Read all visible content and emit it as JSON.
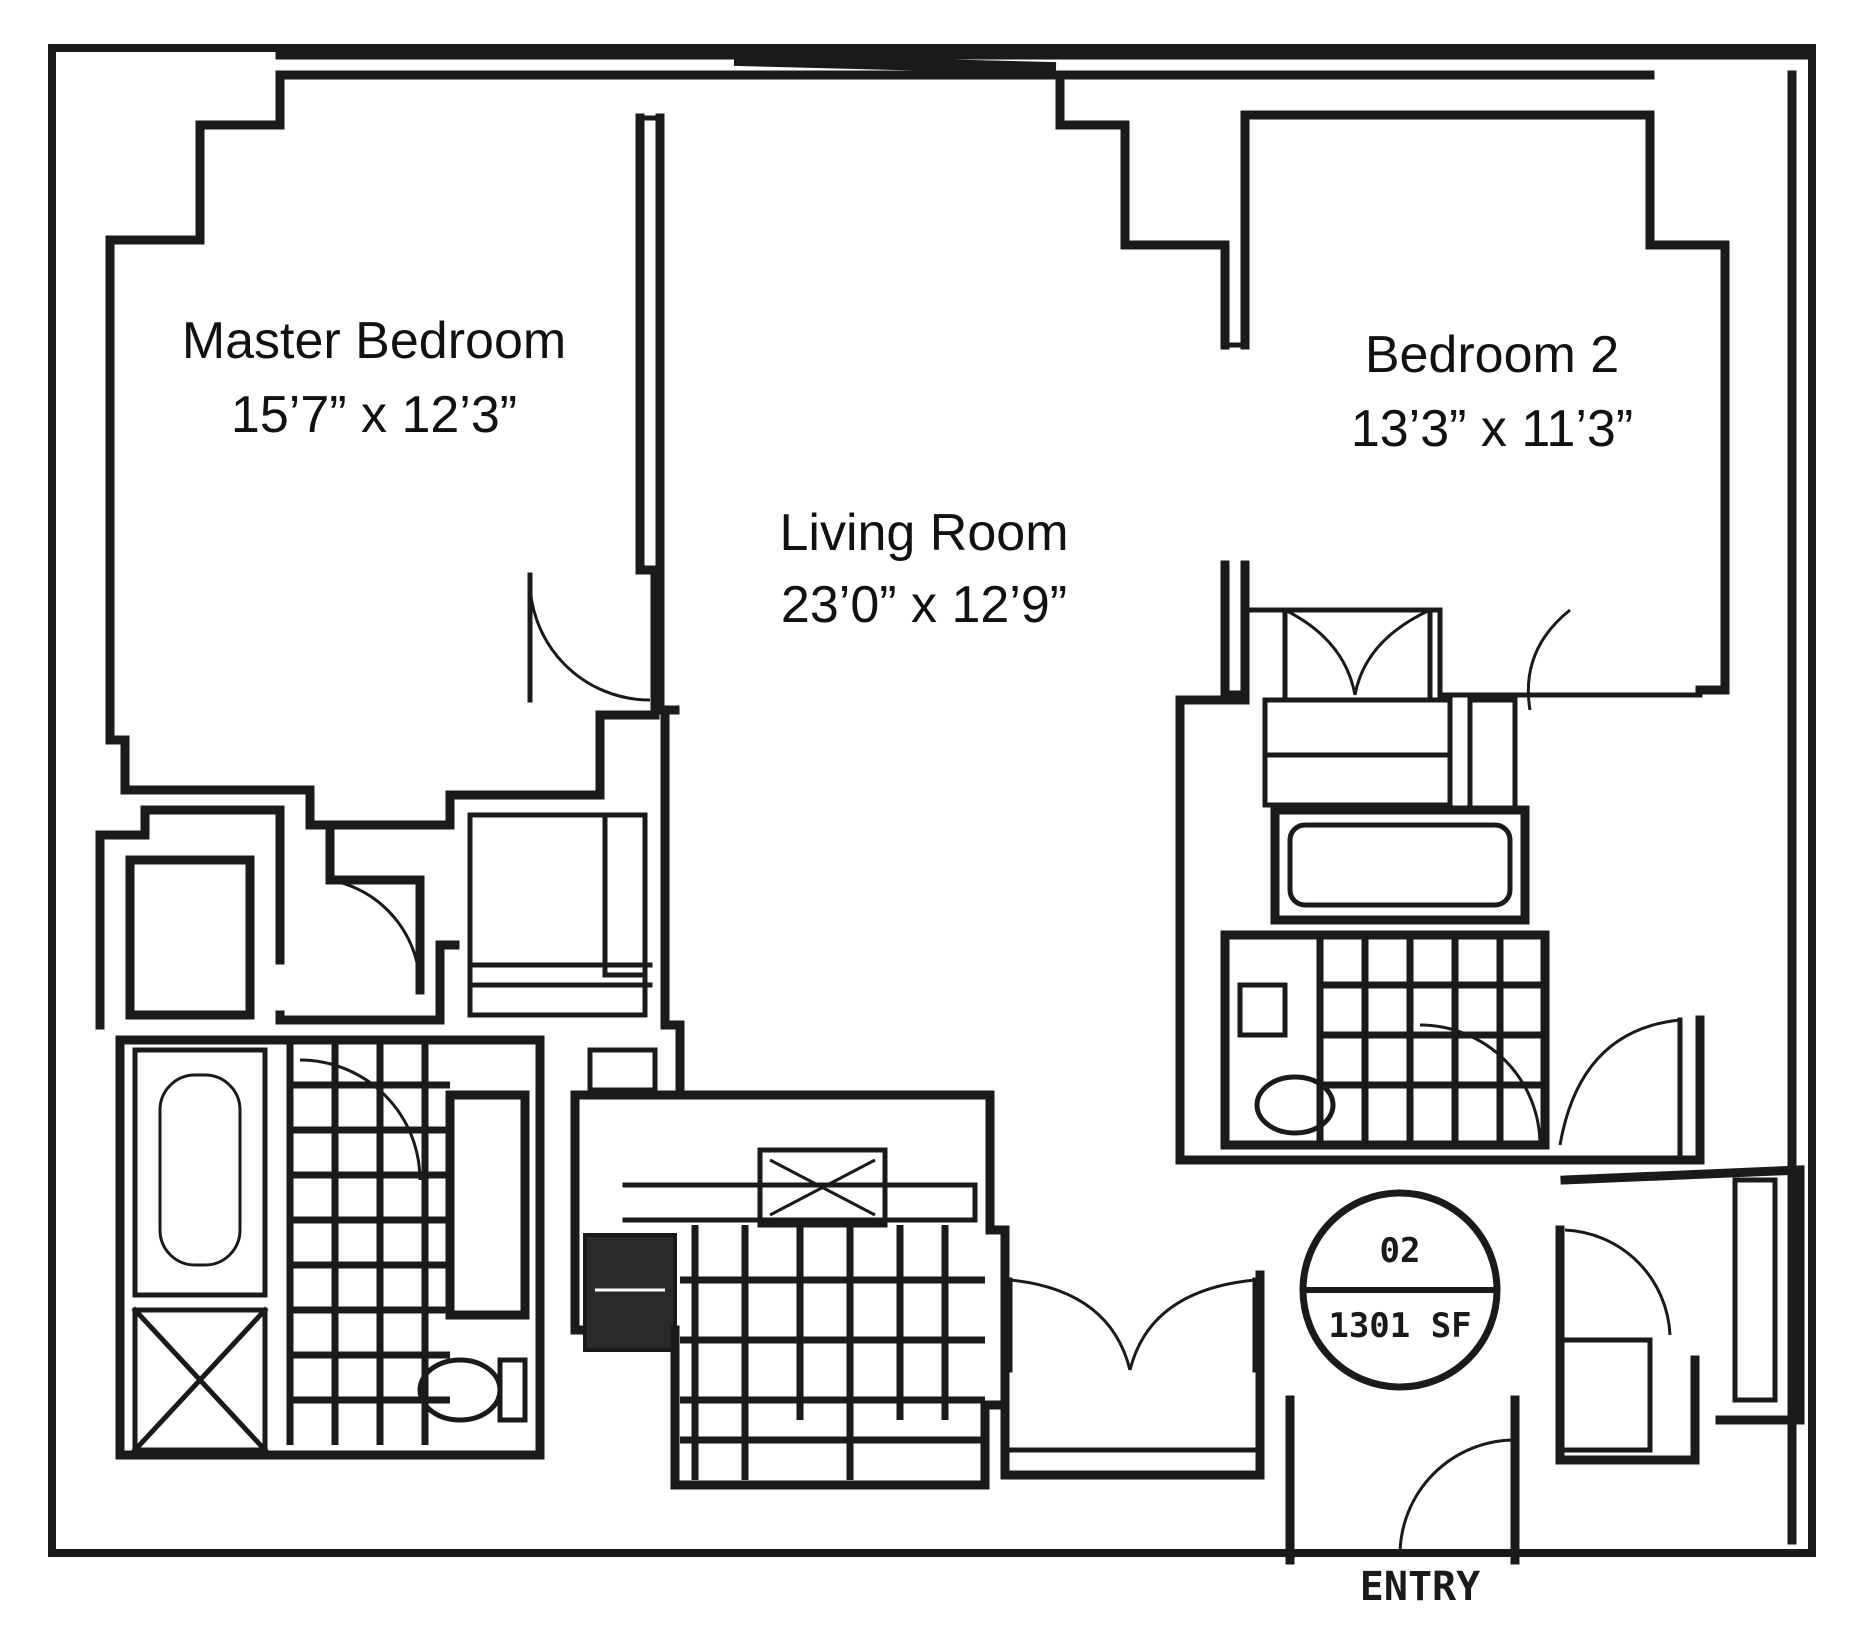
{
  "rooms": {
    "master_bedroom": {
      "name": "Master Bedroom",
      "dimensions": "15’7” x 12’3”"
    },
    "living_room": {
      "name": "Living Room",
      "dimensions": "23’0” x 12’9”"
    },
    "bedroom_2": {
      "name": "Bedroom 2",
      "dimensions": "13’3” x 11’3”"
    }
  },
  "unit_badge": {
    "unit": "02",
    "area": "1301 SF"
  },
  "entry_label": "ENTRY",
  "colors": {
    "ink": "#1a1a1a",
    "background": "#ffffff"
  }
}
